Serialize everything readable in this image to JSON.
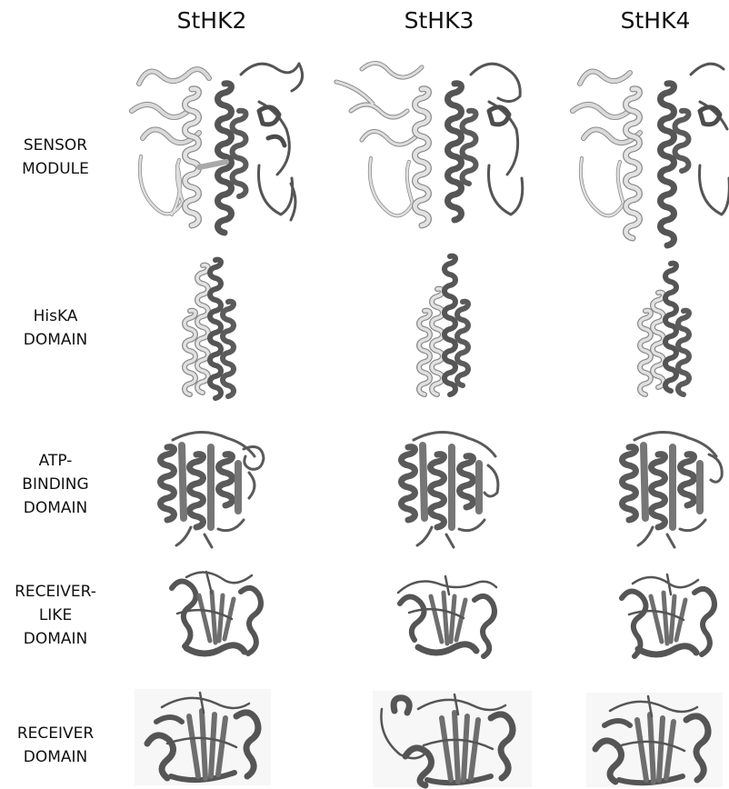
{
  "columns": [
    "StHK2",
    "StHK3",
    "StHK4"
  ],
  "rows": [
    {
      "label_lines": [
        "SENSOR",
        "MODULE"
      ]
    },
    {
      "label_lines": [
        "HisKA",
        "DOMAIN"
      ]
    },
    {
      "label_lines": [
        "ATP-",
        "BINDING",
        "DOMAIN"
      ]
    },
    {
      "label_lines": [
        "RECEIVER-",
        "LIKE",
        "DOMAIN"
      ]
    },
    {
      "label_lines": [
        "RECEIVER",
        "DOMAIN"
      ]
    }
  ],
  "colors": {
    "light_chain": "#d9d9d9",
    "light_outline": "#8a8a8a",
    "dark_chain": "#555555",
    "mid_chain": "#6e6e6e"
  }
}
